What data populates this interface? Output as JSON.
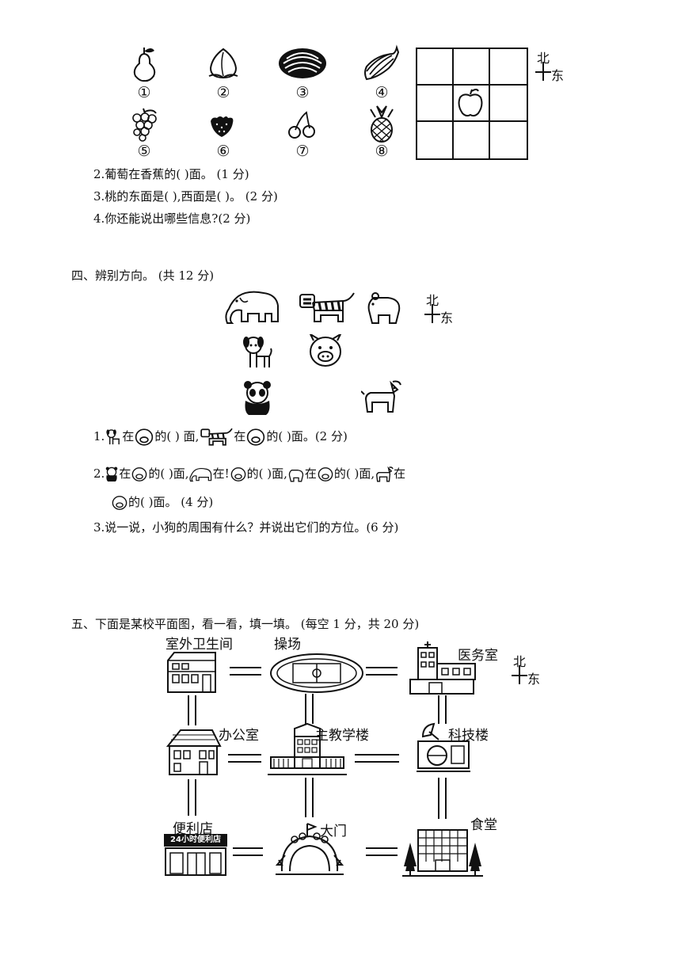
{
  "fruits": {
    "numbers": [
      "①",
      "②",
      "③",
      "④",
      "⑤",
      "⑥",
      "⑦",
      "⑧"
    ],
    "icons": [
      "pear-icon",
      "peach-icon",
      "watermelon-icon",
      "banana-icon",
      "grapes-icon",
      "strawberry-icon",
      "cherry-icon",
      "pineapple-icon"
    ],
    "grid_center": "apple-icon"
  },
  "compass": {
    "north": "北",
    "east": "东"
  },
  "q3": {
    "item2": "2.葡萄在香蕉的(        )面。 (1 分)",
    "item3": "3.桃的东面是(          ),西面是(          )。 (2 分)",
    "item4": "4.你还能说出哪些信息?(2 分)"
  },
  "s4": {
    "heading": "四、辨别方向。 (共 12 分)",
    "q1_num": "1.",
    "q1_a": "在",
    "q1_b": "的(          ) 面,",
    "q1_c": "在",
    "q1_d": "的(        )面。(2 分)",
    "q2_num": "2.",
    "q2_a": "在",
    "q2_b": "的(        )面,",
    "q2_c": "在!",
    "q2_d": "的(              )面,",
    "q2_e": "在",
    "q2_f": "的(            )面,",
    "q2_g": "在",
    "q2_h": "的(            )面。 (4 分)",
    "q3": "3.说一说，小狗的周围有什么？并说出它们的方位。(6 分)"
  },
  "s5": {
    "heading": "五、下面是某校平面图，看一看，填一填。 (每空 1 分，共 20 分)",
    "buildings": [
      "室外卫生间",
      "操场",
      "医务室",
      "办公室",
      "主教学楼",
      "科技楼",
      "便利店",
      "大门",
      "食堂"
    ],
    "store_sign": "24小时便利店"
  }
}
